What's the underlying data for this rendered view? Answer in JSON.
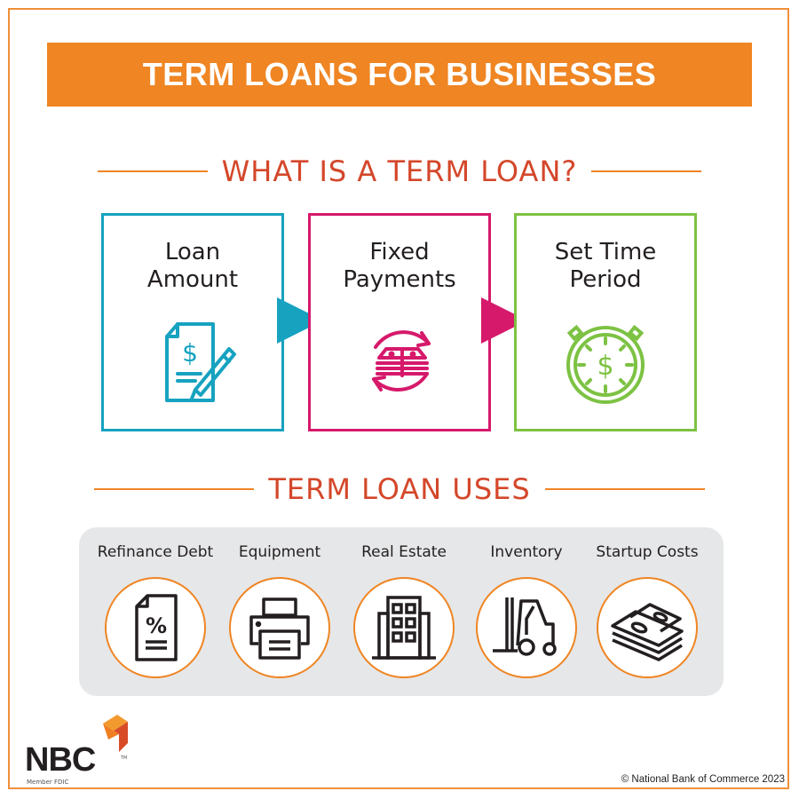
{
  "title": "TERM LOANS FOR BUSINESSES",
  "section1": {
    "heading": "WHAT IS A TERM LOAN?",
    "steps": [
      {
        "line1": "Loan",
        "line2": "Amount",
        "icon": "signed-document-dollar-icon",
        "color": "#17a2c0"
      },
      {
        "line1": "Fixed",
        "line2": "Payments",
        "icon": "money-cycle-icon",
        "color": "#d6196b"
      },
      {
        "line1": "Set Time",
        "line2": "Period",
        "icon": "stopwatch-dollar-icon",
        "color": "#7dc243"
      }
    ]
  },
  "section2": {
    "heading": "TERM LOAN USES",
    "uses": [
      {
        "label": "Refinance Debt",
        "icon": "percent-document-icon"
      },
      {
        "label": "Equipment",
        "icon": "printer-icon"
      },
      {
        "label": "Real Estate",
        "icon": "building-icon"
      },
      {
        "label": "Inventory",
        "icon": "forklift-icon"
      },
      {
        "label": "Startup Costs",
        "icon": "money-stack-icon"
      }
    ]
  },
  "footer": {
    "logo_text": "NBC",
    "trademark": "TM",
    "member": "Member FDIC",
    "copyright": "© National Bank of Commerce 2023"
  },
  "colors": {
    "orange": "#ef8523",
    "heading_red": "#d4472a",
    "teal": "#17a2c0",
    "magenta": "#d6196b",
    "green": "#7dc243",
    "panel_gray": "#e6e7e8"
  }
}
